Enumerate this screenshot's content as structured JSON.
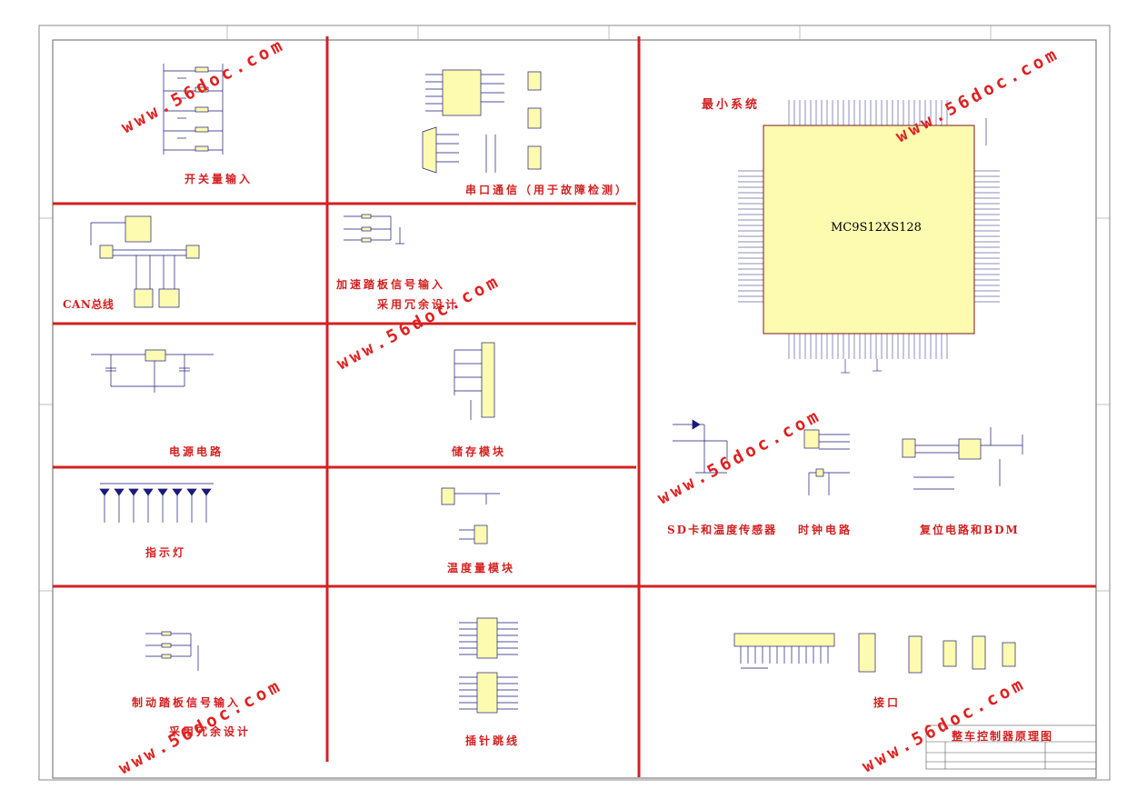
{
  "title_block": {
    "title": "整车控制器原理图"
  },
  "sections": [
    {
      "id": "switch-input",
      "label": "开关量输入"
    },
    {
      "id": "serial",
      "label": "串口通信（用于故障检测）"
    },
    {
      "id": "min-system",
      "label": "最小系统"
    },
    {
      "id": "can",
      "label": "CAN总线"
    },
    {
      "id": "accel-pedal-1",
      "label": "加速踏板信号输入"
    },
    {
      "id": "accel-pedal-2",
      "label": "采用冗余设计"
    },
    {
      "id": "power",
      "label": "电源电路"
    },
    {
      "id": "storage",
      "label": "储存模块"
    },
    {
      "id": "indicator",
      "label": "指示灯"
    },
    {
      "id": "temperature",
      "label": "温度量模块"
    },
    {
      "id": "sd-temp",
      "label": "SD卡和温度传感器"
    },
    {
      "id": "clock",
      "label": "时钟电路"
    },
    {
      "id": "reset-bdm",
      "label": "复位电路和BDM"
    },
    {
      "id": "brake-pedal-1",
      "label": "制动踏板信号输入"
    },
    {
      "id": "brake-pedal-2",
      "label": "采用冗余设计"
    },
    {
      "id": "jumpers",
      "label": "插针跳线"
    },
    {
      "id": "interface",
      "label": "接口"
    }
  ],
  "mcu": {
    "part": "MC9S12XS128"
  },
  "watermark": "www.56doc.com",
  "colors": {
    "divider": "#d42020",
    "chip_fill": "#fdfbb0",
    "wire": "#1a1a7a",
    "label": "#d42020"
  }
}
